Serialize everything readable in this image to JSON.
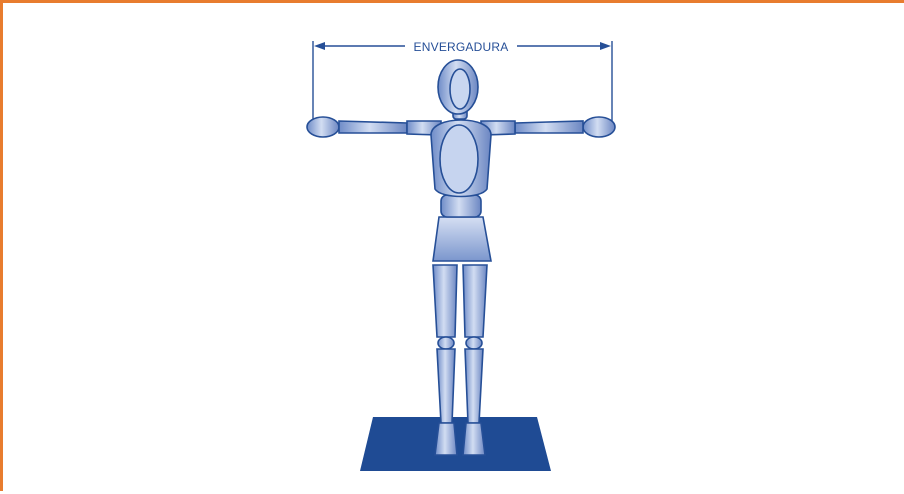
{
  "measurement": {
    "label": "ENVERGADURA"
  },
  "colors": {
    "frame_accent": "#e87c2f",
    "figure_blue": "#264f97",
    "mannequin_light": "#b4c6e8",
    "mannequin_mid": "#7f9ad0",
    "base_blue": "#1f4b94"
  },
  "figure": {
    "subject": "wooden-artist-mannequin",
    "pose": "arms-outstretched"
  }
}
